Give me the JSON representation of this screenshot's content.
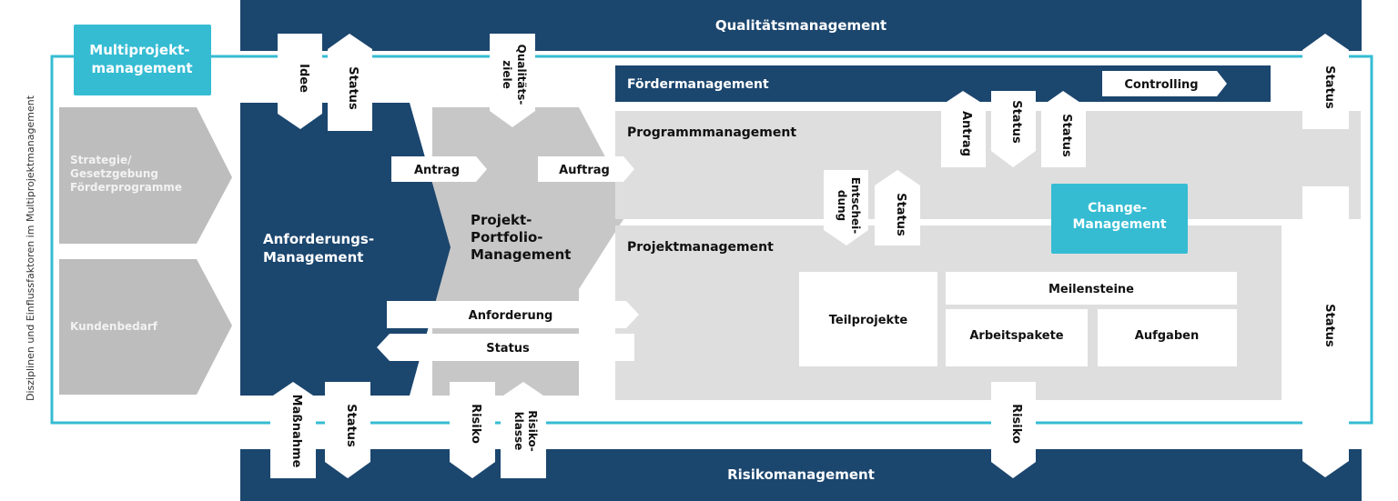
{
  "colors": {
    "dark_blue": "#1b466e",
    "cyan": "#35bcd3",
    "light_gray": "#dedede",
    "mid_gray": "#bdbdbd",
    "white": "#ffffff",
    "text_dark": "#111111"
  },
  "side_label": "Disziplinen und Einflussfaktoren im Multiprojektmanagement",
  "quality_bar": "Qualitätsmanagement",
  "risk_bar": "Risikomanagement",
  "multiprojekt": [
    "Multiprojekt-",
    "management"
  ],
  "inputs": {
    "strategie": [
      "Strategie/",
      "Gesetzgebung",
      "Förderprogramme"
    ],
    "kundenbedarf": "Kundenbedarf"
  },
  "anforderungs": [
    "Anforderungs-",
    "Management"
  ],
  "portfolio": [
    "Projekt-",
    "Portfolio-",
    "Management"
  ],
  "foerder": "Fördermanagement",
  "controlling": "Controlling",
  "programm": "Programmmanagement",
  "projekt": "Projektmanagement",
  "change": [
    "Change-",
    "Management"
  ],
  "teilprojekte": "Teilprojekte",
  "meilensteine": "Meilensteine",
  "arbeitspakete": "Arbeitspakete",
  "aufgaben": "Aufgaben",
  "flows": {
    "antrag": "Antrag",
    "auftrag": "Auftrag",
    "anforderung": "Anforderung",
    "status": "Status"
  },
  "vertical_arrows": {
    "idee": "Idee",
    "status": "Status",
    "qualitaetsziele": [
      "Qualitäts-",
      "ziele"
    ],
    "antrag": "Antrag",
    "entscheidung": [
      "Entschei-",
      "dung"
    ],
    "massnahme": "Maßnahme",
    "risiko": "Risiko",
    "risikoklasse": [
      "Risiko-",
      "klasse"
    ]
  }
}
